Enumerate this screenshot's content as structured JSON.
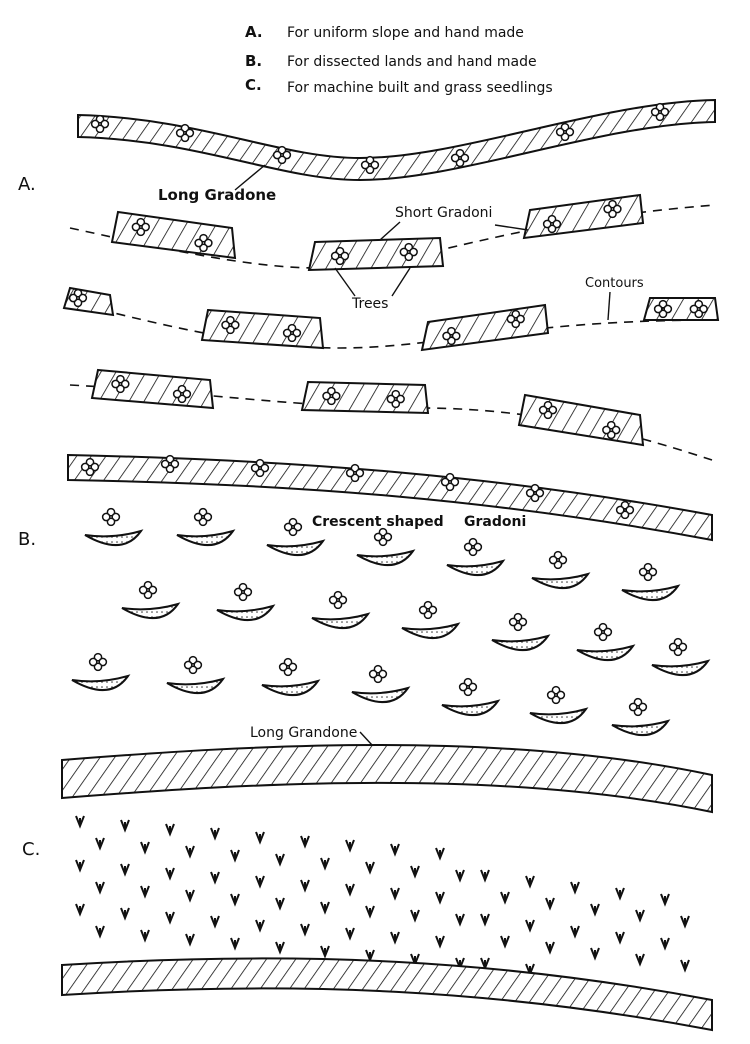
{
  "legend": [
    {
      "key": "A.",
      "text": "For uniform slope  and hand made"
    },
    {
      "key": "B.",
      "text": "For dissected lands and hand made"
    },
    {
      "key": "C.",
      "text": "For machine built and grass seedlings"
    }
  ],
  "sections": {
    "a": "A.",
    "b": "B.",
    "c": "C."
  },
  "labels": {
    "long_gradone": "Long Gradone",
    "short_gradoni": "Short Gradoni",
    "trees": "Trees",
    "contours": "Contours",
    "crescent": "Crescent shaped",
    "gradoni": "Gradoni",
    "long_grandone": "Long  Grandone"
  }
}
